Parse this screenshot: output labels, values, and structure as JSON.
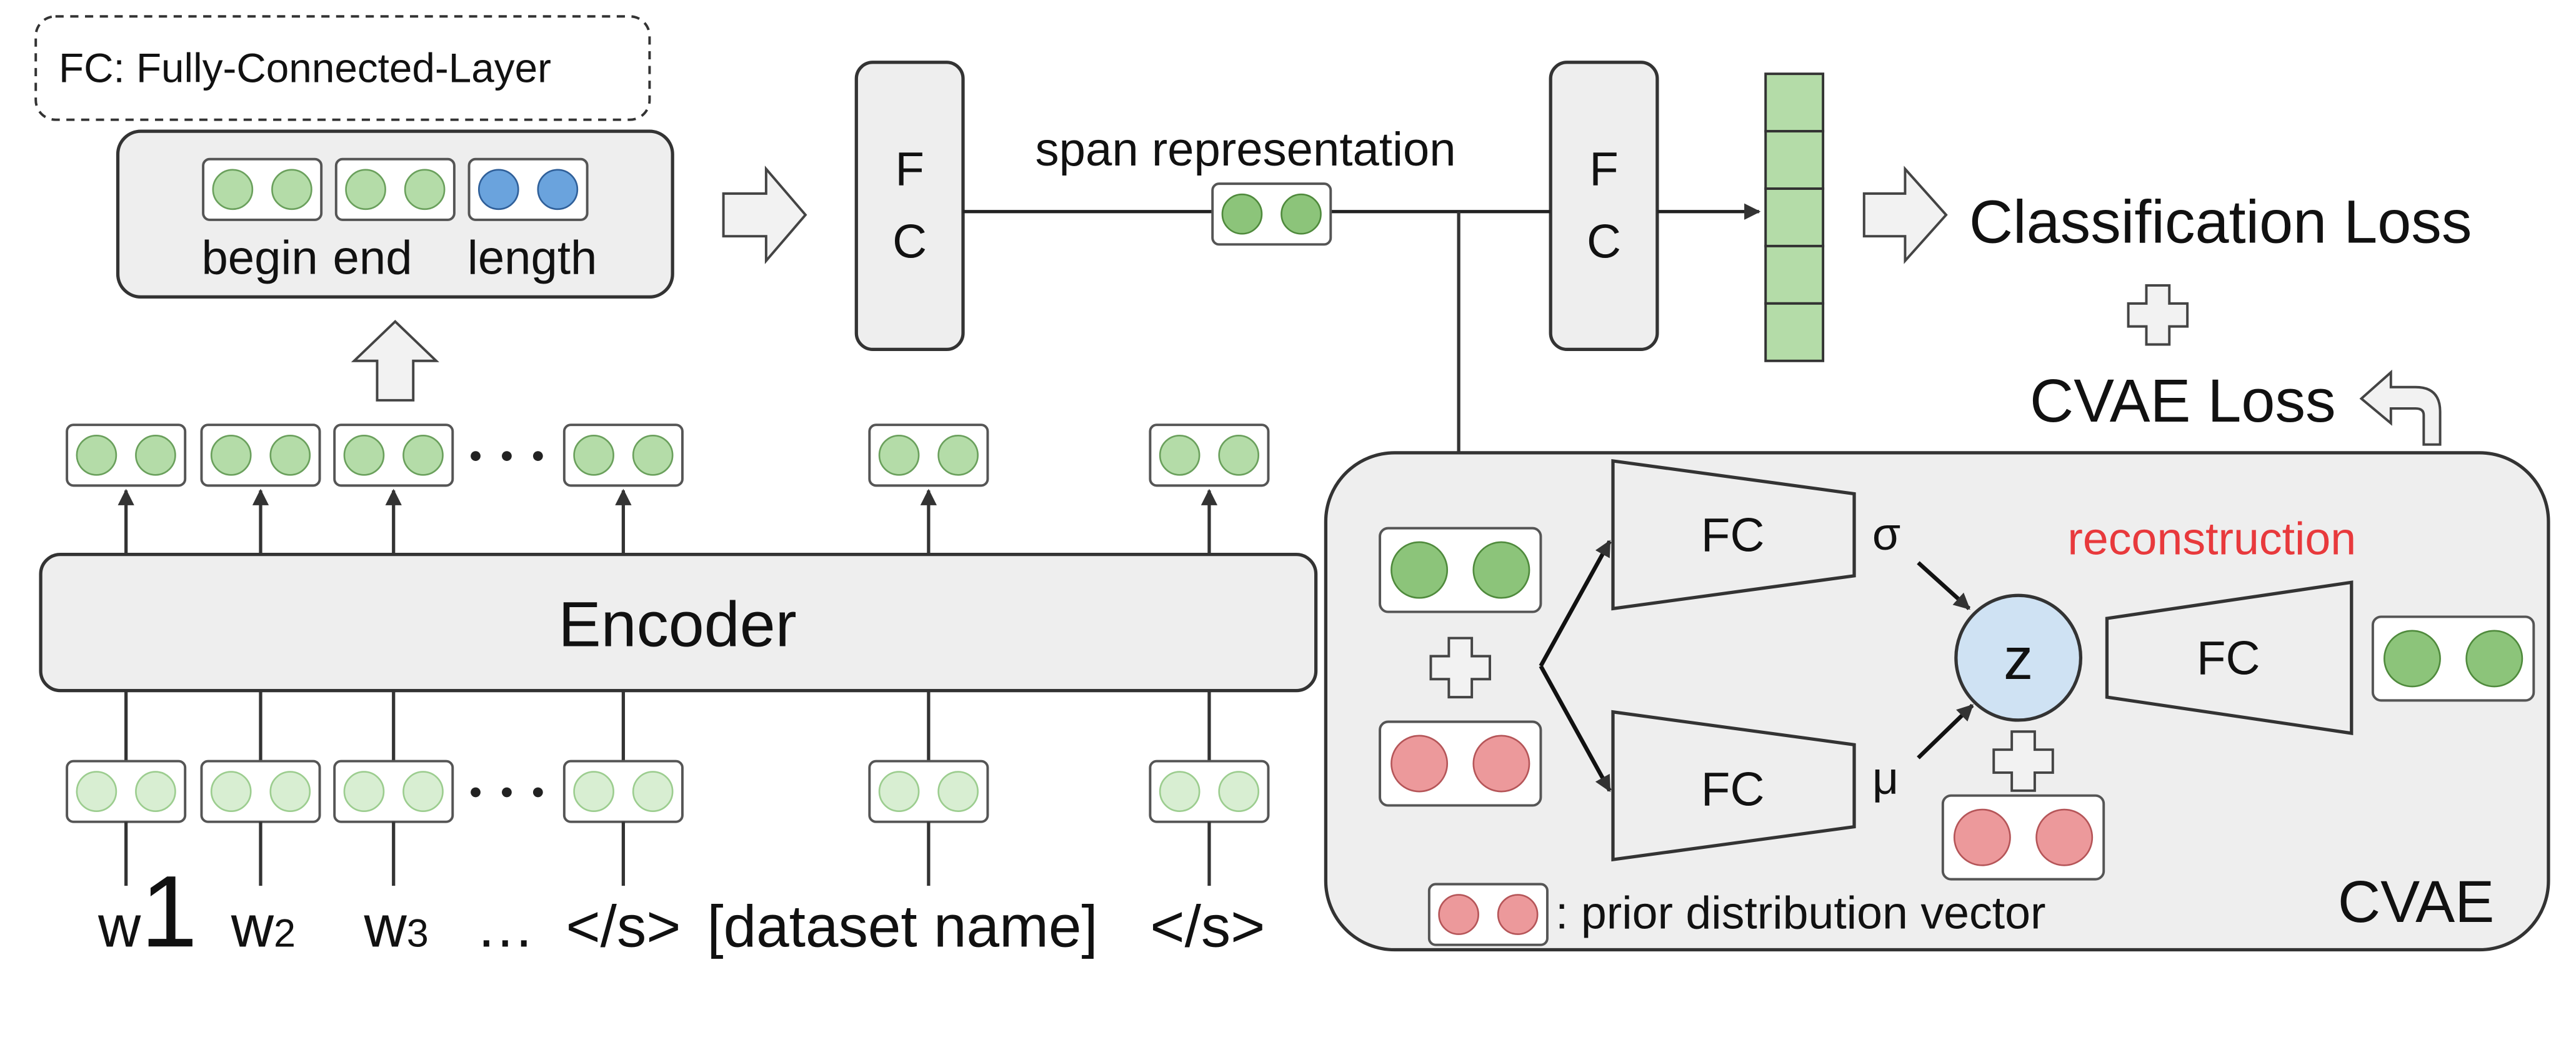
{
  "legend_note": "FC: Fully-Connected-Layer",
  "span_features": {
    "begin": "begin",
    "end": "end",
    "length": "length"
  },
  "fc_top_1": {
    "line1": "F",
    "line2": "C"
  },
  "fc_top_2": {
    "line1": "F",
    "line2": "C"
  },
  "span_representation_label": "span representation",
  "classification_loss": "Classification Loss",
  "cvae_loss": "CVAE Loss",
  "encoder_label": "Encoder",
  "input_tokens": {
    "w1_base": "w",
    "w1_sub": "1",
    "w2_base": "w",
    "w2_sub": "2",
    "w3_base": "w",
    "w3_sub": "3",
    "ellipsis": "…",
    "sep1": "</s>",
    "dataset_name": "[dataset name]",
    "sep2": "</s>"
  },
  "cvae": {
    "fc_sigma": "FC",
    "fc_mu": "FC",
    "fc_decoder": "FC",
    "sigma": "σ",
    "mu": "μ",
    "z": "z",
    "reconstruction": "reconstruction",
    "prior_legend": ": prior distribution vector",
    "title": "CVAE"
  },
  "colors": {
    "green_dark": "#8cc47a",
    "green_mid": "#b4dca8",
    "green_light": "#d8eed2",
    "blue": "#6aa3dd",
    "red": "#ec999b",
    "z_fill": "#cfe2f3",
    "panel_fill": "#eeeeee",
    "reconstruction_text": "#e8393c"
  },
  "icons": {
    "up_arrow": "block-arrow-up-icon",
    "right_arrow": "block-arrow-right-icon",
    "return_arrow": "return-arrow-icon",
    "plus": "plus-icon"
  }
}
